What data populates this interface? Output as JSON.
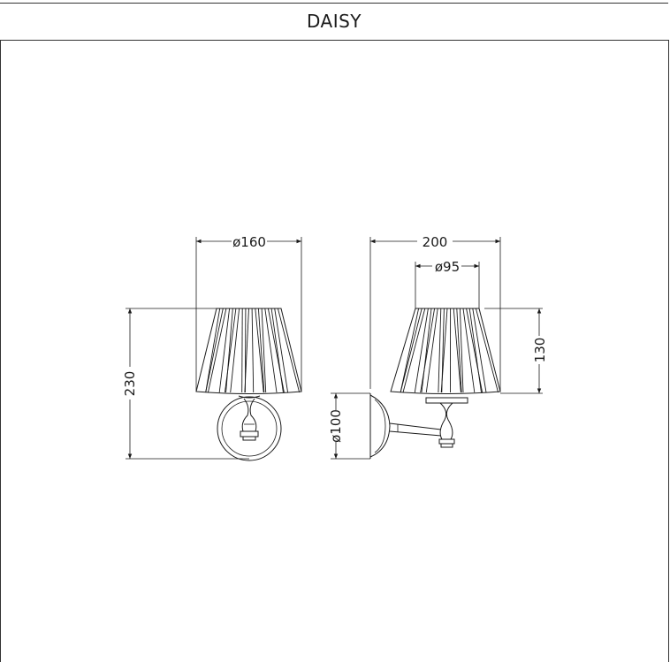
{
  "header": {
    "title": "DAISY"
  },
  "dimensions": {
    "front_shade_diameter": "ø160",
    "front_height": "230",
    "side_width": "200",
    "side_inner_diameter": "ø95",
    "side_shade_height": "130",
    "side_base_diameter": "ø100"
  },
  "colors": {
    "line": "#1a1a1a",
    "background": "#ffffff"
  }
}
